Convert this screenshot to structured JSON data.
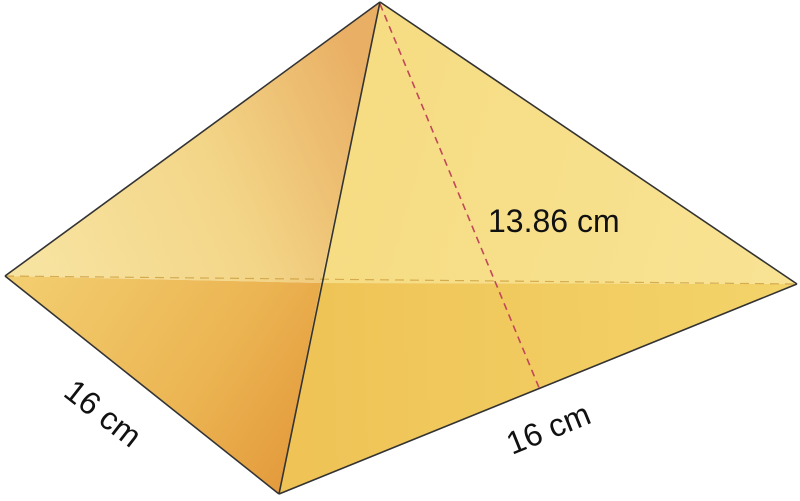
{
  "diagram": {
    "shape": "square-pyramid",
    "labels": {
      "slant_height": "13.86 cm",
      "base_left_edge": "16 cm",
      "base_right_edge": "16 cm"
    },
    "colors": {
      "left_face_light": "#f5dd90",
      "left_face_dark": "#eab565",
      "front_face_light": "#f5d582",
      "front_face_dark": "#e8ab4c",
      "right_face": "#f2cf67",
      "back_face": "#f6dd85",
      "edge": "#333333",
      "slant_line": "#c0485a"
    }
  }
}
